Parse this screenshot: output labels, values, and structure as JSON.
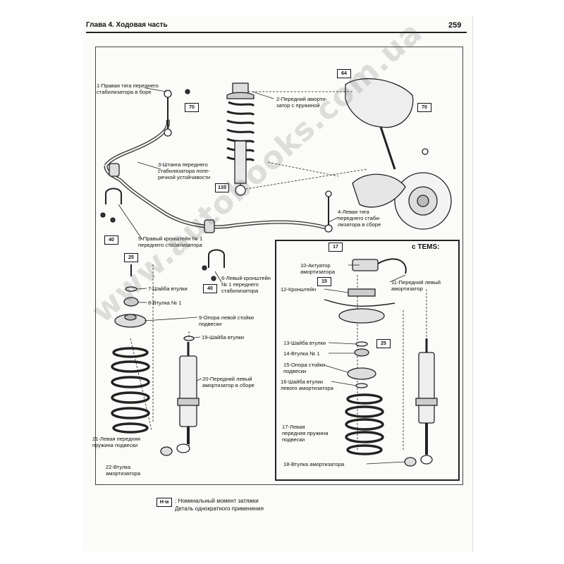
{
  "header": {
    "section": "Глава 4. Ходовая часть",
    "page_number": "259"
  },
  "labels": {
    "l1": "1-Правая тяга переднего\nстабилизатора в боре",
    "l2": "2-Передний аморти-\nзатор с пружиной",
    "l3": "3-Штанга переднего\nстабилизатора попе-\nречной устойчивости",
    "l4": "4-Левая тяга\nпереднего стаби-\nлизатора в сборе",
    "l5": "5-Правый кронштейн № 1\nпереднего стабилизатора",
    "l6": "6-Левый кронштейн\n№ 1 переднего\nстабилизатора",
    "l7": "7-Шайба втулки",
    "l8": "8-Втулка № 1",
    "l9": "9-Опора левой стойки\nподвески",
    "l10": "10-Актуатор\nамортизатора",
    "l11": "11-Передний левый\nамортизатор",
    "l12": "12-Кронштейн",
    "l13": "13-Шайба втулки",
    "l14": "14-Втулка № 1",
    "l15": "15-Опора стойки\nподвески",
    "l16": "16-Шайба втулки\nлевого амортизатора",
    "l17": "17-Левая\nпередняя пружина\nподвески",
    "l18": "18-Втулка амортизатора",
    "l19": "19-Шайба втулки",
    "l20": "20-Передний левый\nамортизатор в сборе",
    "l21": "21-Левая передняя\nпружина подвески",
    "l22": "22-Втулка\nамортизатора"
  },
  "torque_values": {
    "t70a": "70",
    "t64": "64",
    "t70b": "70",
    "t135": "135",
    "t40a": "40",
    "t40b": "40",
    "t25a": "25",
    "t25b": "25",
    "t15": "15",
    "t17": "17"
  },
  "tems": {
    "title": "с TEMS:"
  },
  "legend": {
    "key": "Н·м",
    "torque_text": ": Номинальный момент затяжки",
    "single_use_text": "Деталь однократного применения"
  },
  "watermark": "www.autobooks.com.ua"
}
